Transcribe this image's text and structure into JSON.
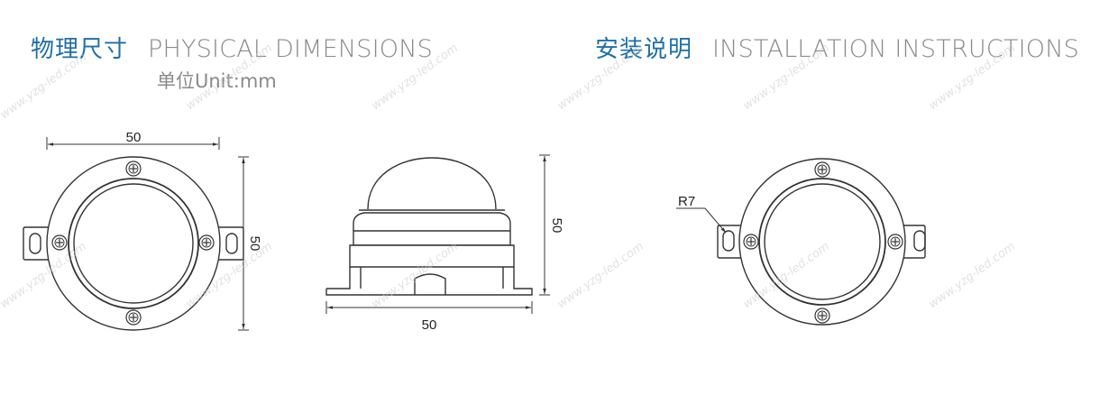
{
  "section_left": {
    "title_cn": "物理尺寸",
    "title_en": "PHYSICAL DIMENSIONS",
    "unit": "单位Unit:mm"
  },
  "section_right": {
    "title_cn": "安装说明",
    "title_en": "INSTALLATION INSTRUCTIONS"
  },
  "dimensions": {
    "top_width": "50",
    "top_height": "50",
    "side_width": "50",
    "side_height": "50",
    "radius_label": "R7"
  },
  "watermark": "www.yzg-led.com",
  "colors": {
    "heading_accent": "#1e6fa8",
    "heading_gray": "#8a8a8a",
    "line": "#333333"
  }
}
